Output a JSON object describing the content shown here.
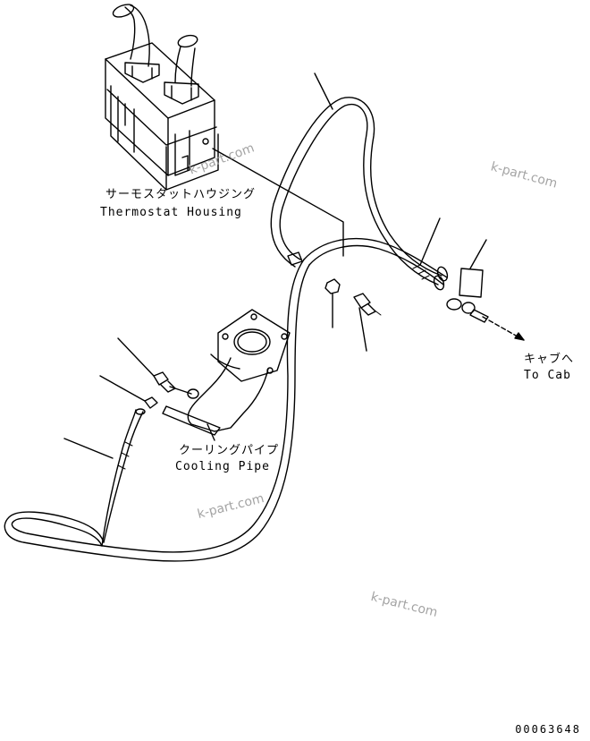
{
  "labels": {
    "thermostat_jp": "サーモスタットハウジング",
    "thermostat_en": "Thermostat Housing",
    "cooling_jp": "クーリングパイプ",
    "cooling_en": "Cooling Pipe",
    "cab_jp": "キャブへ",
    "cab_en": "To Cab"
  },
  "watermarks": [
    "k-part.com",
    "k-part.com",
    "k-part.com",
    "k-part.com"
  ],
  "drawing_number": "00063648"
}
